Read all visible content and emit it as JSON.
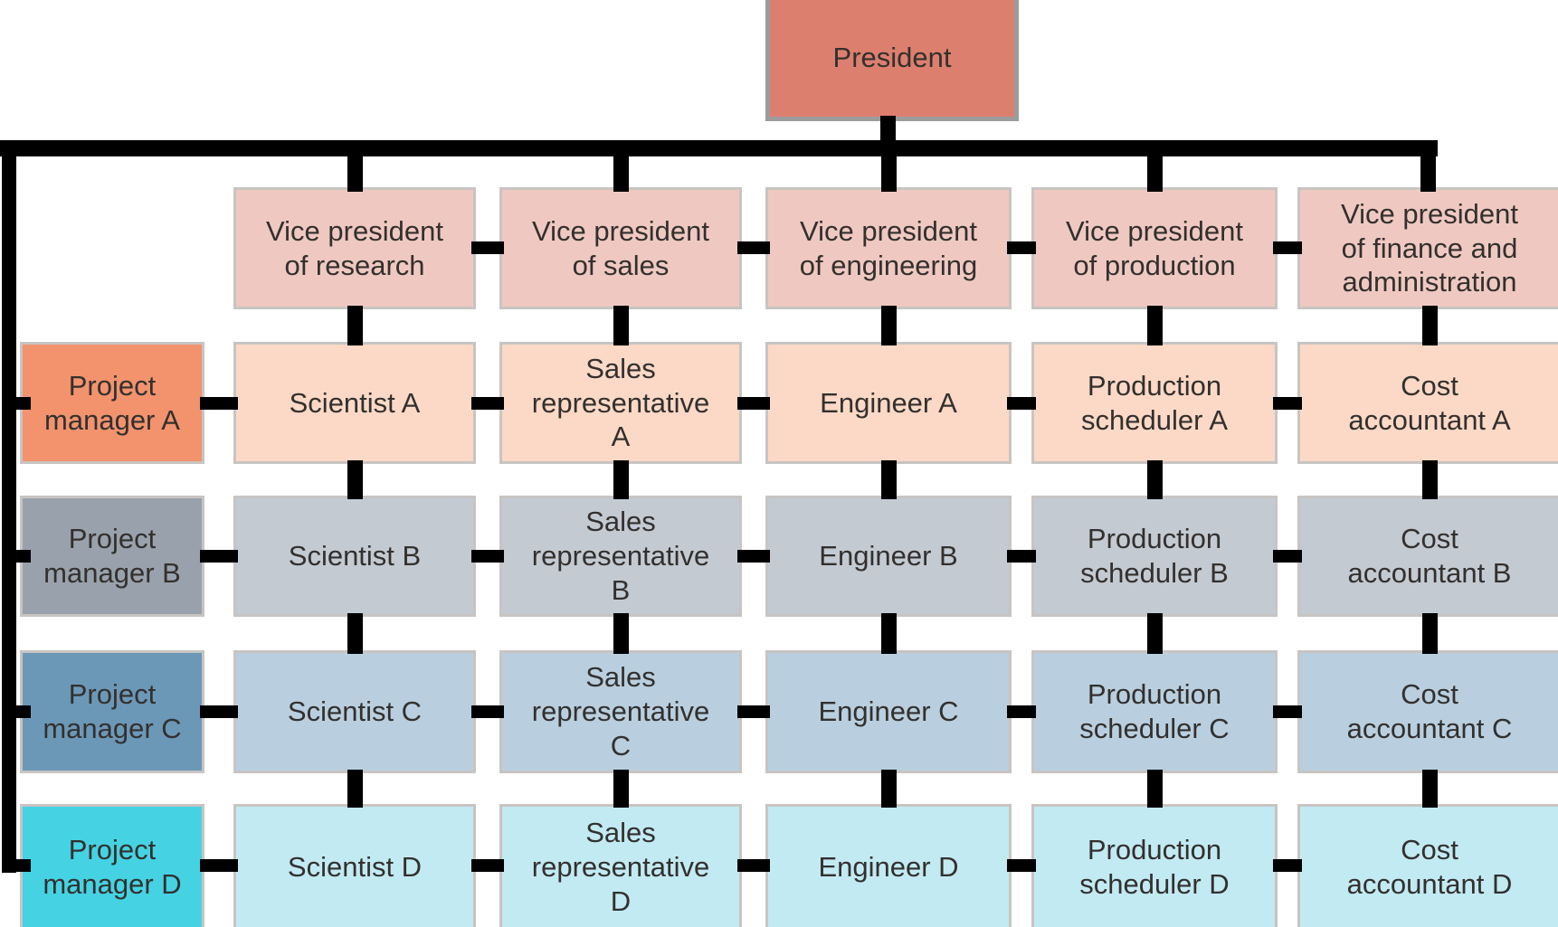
{
  "chart": {
    "president": "President",
    "vice_presidents": [
      "Vice president\nof research",
      "Vice president\nof sales",
      "Vice president\nof engineering",
      "Vice president\nof production",
      "Vice president\nof finance and\nadministration"
    ],
    "project_rows": [
      {
        "manager": "Project\nmanager A",
        "members": [
          "Scientist A",
          "Sales\nrepresentative\nA",
          "Engineer A",
          "Production\nscheduler A",
          "Cost\naccountant A"
        ]
      },
      {
        "manager": "Project\nmanager B",
        "members": [
          "Scientist B",
          "Sales\nrepresentative\nB",
          "Engineer B",
          "Production\nscheduler B",
          "Cost\naccountant B"
        ]
      },
      {
        "manager": "Project\nmanager C",
        "members": [
          "Scientist C",
          "Sales\nrepresentative\nC",
          "Engineer C",
          "Production\nscheduler C",
          "Cost\naccountant C"
        ]
      },
      {
        "manager": "Project\nmanager D",
        "members": [
          "Scientist D",
          "Sales\nrepresentative\nD",
          "Engineer D",
          "Production\nscheduler D",
          "Cost\naccountant D"
        ]
      }
    ],
    "colors": {
      "president_fill": "#dd7f6e",
      "vp_fill": "#efc9c1",
      "row_manager_fills": [
        "#f2936e",
        "#99a2ac",
        "#6c98b8",
        "#45d3e3"
      ],
      "row_member_fills": [
        "#fbd9c6",
        "#c4cad2",
        "#b9cfdf",
        "#c2eaf3"
      ],
      "connector": "#000000"
    }
  }
}
